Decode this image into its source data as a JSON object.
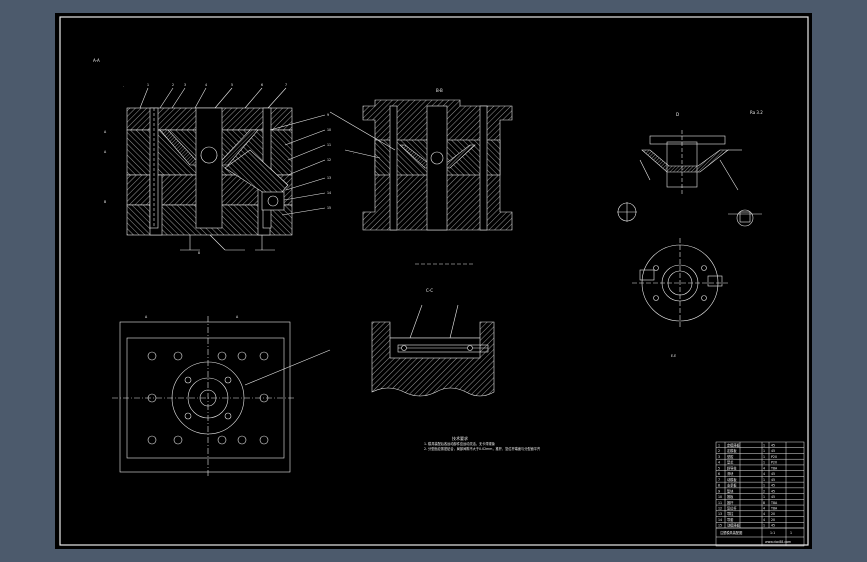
{
  "drawing": {
    "view_titles": {
      "main_section": "A-A",
      "side_section": "B-B",
      "detail_section": "C-C",
      "part_view": "D",
      "part_note": "Ra 3.2",
      "part_section_label": "E-E",
      "plan_marks": [
        "A",
        "A"
      ]
    },
    "tech_requirements": {
      "heading": "技术要求",
      "lines": [
        "1. 模具装配后各运动部件应运动灵活，无卡滞现象",
        "2. 分型面应紧密贴合，局部间隙不大于0.02mm，推杆、复位杆端面与分型面平齐"
      ]
    },
    "balloons_left": [
      "1",
      "2",
      "3",
      "4",
      "5",
      "6",
      "7",
      "8"
    ],
    "balloons_right": [
      "9",
      "10",
      "11",
      "12",
      "13",
      "14",
      "15"
    ],
    "title_block": {
      "rows": [
        [
          "1",
          "定模座板",
          "1",
          "45"
        ],
        [
          "2",
          "定模板",
          "1",
          "45"
        ],
        [
          "3",
          "型腔",
          "1",
          "P20"
        ],
        [
          "4",
          "型芯",
          "1",
          "P20"
        ],
        [
          "5",
          "斜导柱",
          "4",
          "T8A"
        ],
        [
          "6",
          "滑块",
          "4",
          "45"
        ],
        [
          "7",
          "动模板",
          "1",
          "45"
        ],
        [
          "8",
          "支承板",
          "1",
          "45"
        ],
        [
          "9",
          "垫块",
          "2",
          "45"
        ],
        [
          "10",
          "推板",
          "1",
          "45"
        ],
        [
          "11",
          "推杆",
          "8",
          "T8A"
        ],
        [
          "12",
          "复位杆",
          "4",
          "T8A"
        ],
        [
          "13",
          "导柱",
          "4",
          "20"
        ],
        [
          "14",
          "导套",
          "4",
          "20"
        ],
        [
          "15",
          "动模座板",
          "1",
          "45"
        ]
      ],
      "name": "注塑模具装配图",
      "scale": "1:1",
      "sheet": "1",
      "website": "www.doc88.com"
    }
  }
}
